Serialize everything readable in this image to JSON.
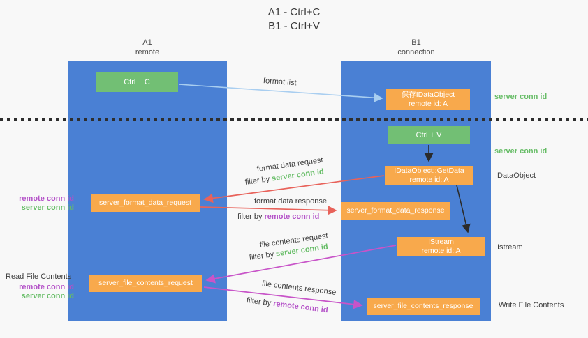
{
  "title": {
    "line1": "A1 - Ctrl+C",
    "line2": "B1 - Ctrl+V"
  },
  "columns": {
    "a1": {
      "name": "A1",
      "subtitle": "remote"
    },
    "b1": {
      "name": "B1",
      "subtitle": "connection"
    }
  },
  "nodes": {
    "ctrl_c": "Ctrl + C",
    "ctrl_v": "Ctrl + V",
    "save_idataobject": {
      "line1": "保存IDataObject",
      "line2": "remote id: A"
    },
    "getdata": {
      "line1": "IDataObject::GetData",
      "line2": "remote id: A"
    },
    "istream": {
      "line1": "IStream",
      "line2": "remote id: A"
    },
    "server_format_data_request": "server_format_data_request",
    "server_format_data_response": "server_format_data_response",
    "server_file_contents_request": "server_file_contents_request",
    "server_file_contents_response": "server_file_contents_response"
  },
  "labels": {
    "format_list": "format list",
    "server_conn_id_top": "server conn id",
    "server_conn_id_mid": "server conn id",
    "dataobject": "DataObject",
    "istream_side": "Istream",
    "write_file_contents": "Write File Contents",
    "read_file_contents": "Read File Contents",
    "format_data_request": "format data request",
    "format_data_response": "format data response",
    "file_contents_request": "file contents request",
    "file_contents_response": "file contents response",
    "filter_by": "filter by ",
    "server_conn_id": "server conn id",
    "remote_conn_id": "remote conn id"
  },
  "side_pairs": {
    "format": {
      "remote": "remote conn id",
      "server": "server conn id"
    },
    "file": {
      "remote": "remote conn id",
      "server": "server conn id"
    }
  },
  "colors": {
    "bg": "#f8f8f8",
    "blue": "#4a80d4",
    "green": "#72bf74",
    "orange": "#f8a94c",
    "green_text": "#67bd67",
    "purple_text": "#b452c8",
    "red_arrow": "#e8625a",
    "magenta_arrow": "#c854c8",
    "blue_arrow": "#a9cef0"
  }
}
